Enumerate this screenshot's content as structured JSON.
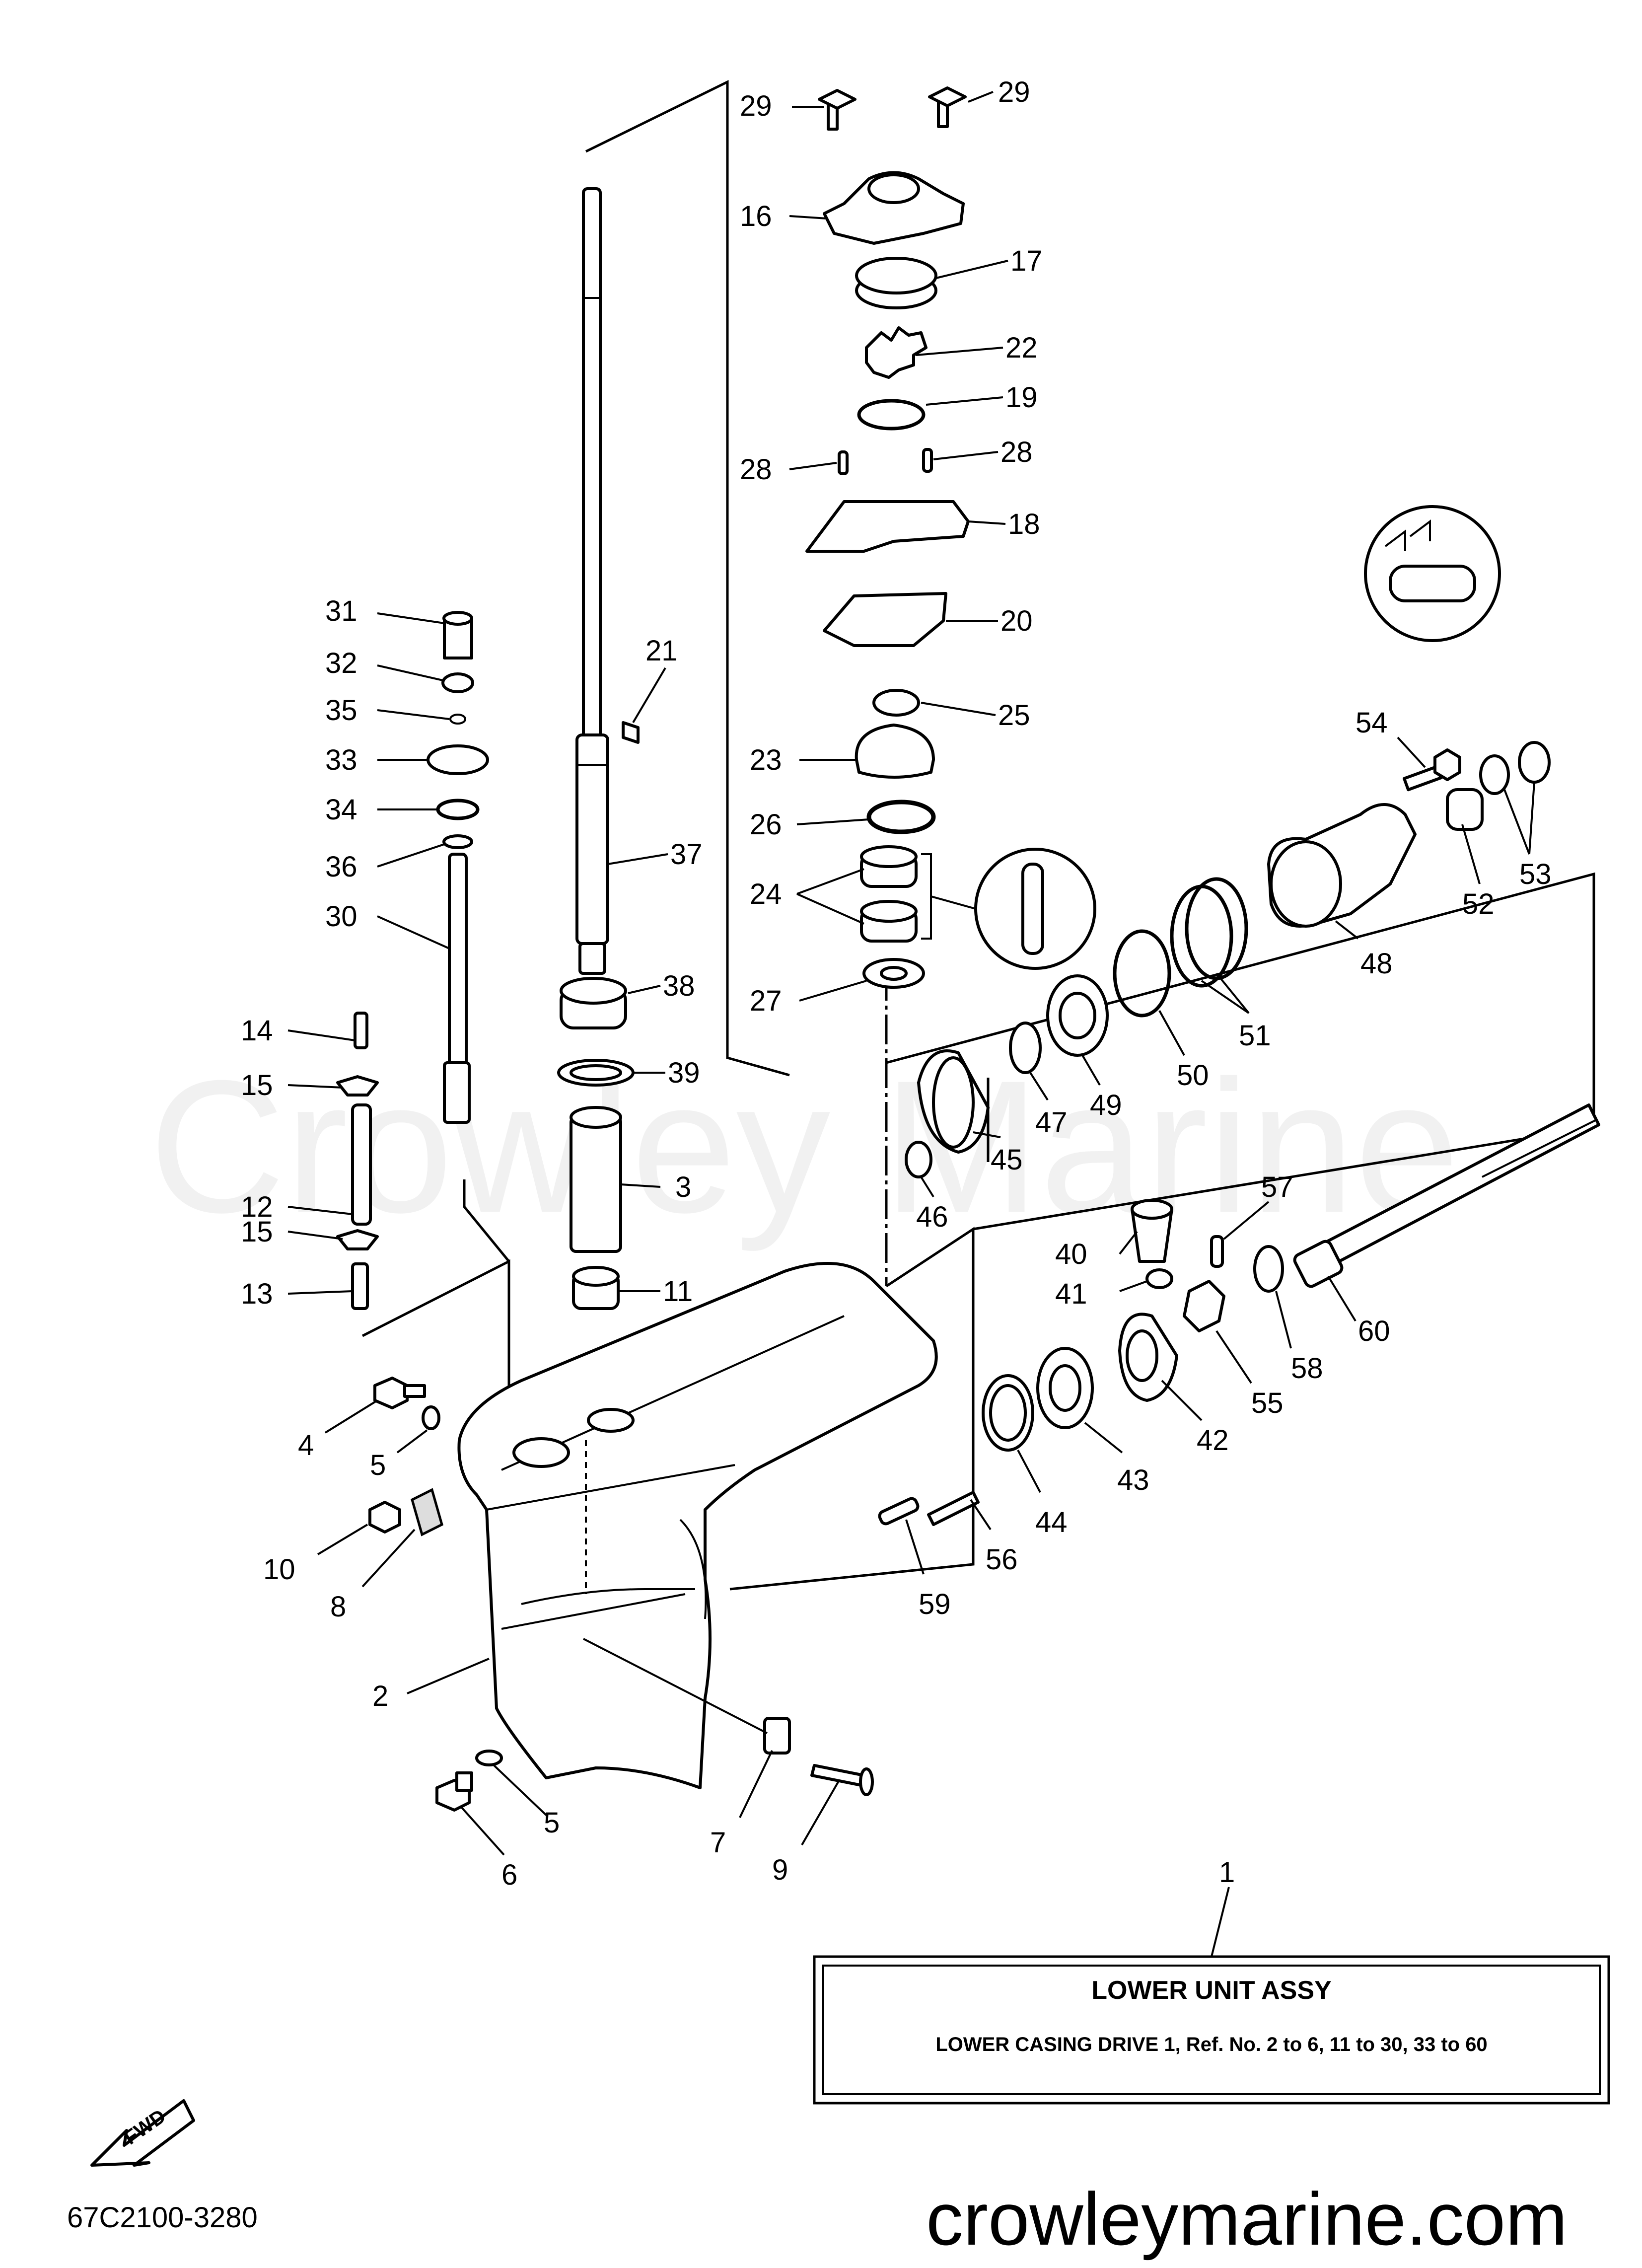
{
  "diagram_code": "67C2100-3280",
  "website": "crowleymarine.com",
  "watermark": "Crowley Marine",
  "fwd_label": "FWD",
  "callout_ref": "1",
  "title_box": {
    "title": "LOWER UNIT ASSY",
    "subtitle": "LOWER CASING DRIVE 1,  Ref. No. 2 to 6, 11 to 30, 33 to 60"
  },
  "callouts": {
    "c29a": "29",
    "c29b": "29",
    "c16": "16",
    "c17": "17",
    "c22": "22",
    "c19": "19",
    "c28a": "28",
    "c28b": "28",
    "c18": "18",
    "c20": "20",
    "c25": "25",
    "c23": "23",
    "c26": "26",
    "c24": "24",
    "c27": "27",
    "c21": "21",
    "c37": "37",
    "c38": "38",
    "c39": "39",
    "c3": "3",
    "c11": "11",
    "c31": "31",
    "c32": "32",
    "c35": "35",
    "c33": "33",
    "c34": "34",
    "c36": "36",
    "c30": "30",
    "c14": "14",
    "c15a": "15",
    "c12": "12",
    "c15b": "15",
    "c13": "13",
    "c4": "4",
    "c5a": "5",
    "c10": "10",
    "c8": "8",
    "c2": "2",
    "c5b": "5",
    "c6": "6",
    "c7": "7",
    "c9": "9",
    "c54": "54",
    "c52": "52",
    "c53": "53",
    "c48": "48",
    "c51": "51",
    "c50": "50",
    "c49": "49",
    "c47": "47",
    "c45": "45",
    "c46": "46",
    "c57": "57",
    "c40": "40",
    "c41": "41",
    "c60": "60",
    "c58": "58",
    "c55": "55",
    "c42": "42",
    "c43": "43",
    "c44": "44",
    "c56": "56",
    "c59": "59"
  }
}
